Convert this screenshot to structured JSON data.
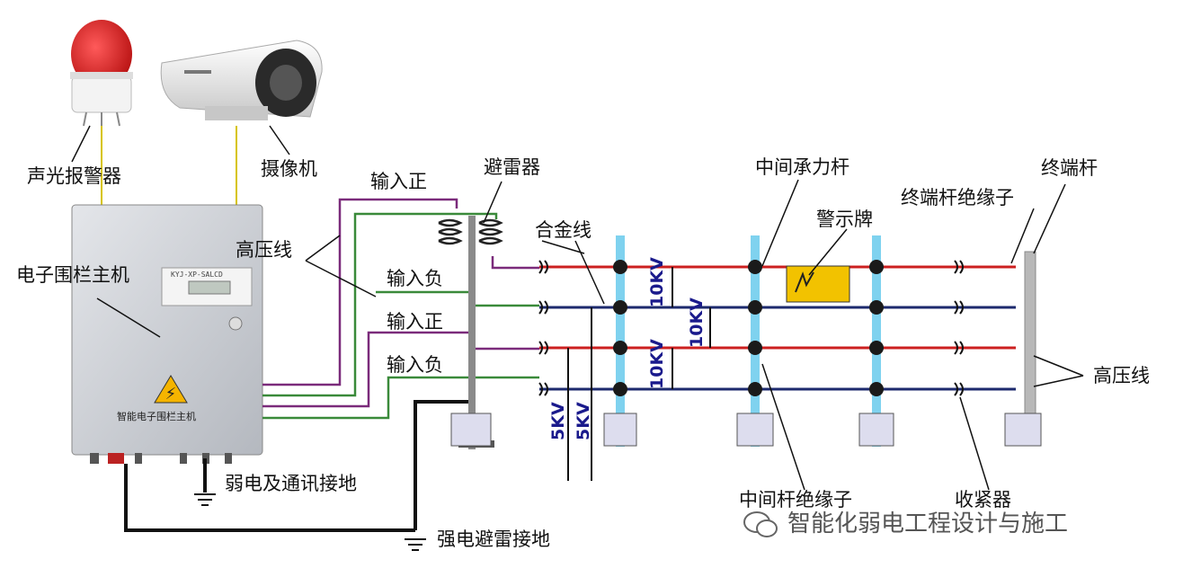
{
  "labels": {
    "alarm": "声光报警器",
    "camera": "摄像机",
    "input_pos_top": "输入正",
    "arrester": "避雷器",
    "middle_bearing_pole": "中间承力杆",
    "terminal_pole": "终端杆",
    "warning_sign": "警示牌",
    "terminal_insulator": "终端杆绝缘子",
    "hv_line_left": "高压线",
    "alloy_wire": "合金线",
    "host": "电子围栏主机",
    "input_neg_1": "输入负",
    "input_pos_2": "输入正",
    "input_neg_2": "输入负",
    "hv_line_right": "高压线",
    "weak_ground": "弱电及通讯接地",
    "middle_insulator": "中间杆绝缘子",
    "tensioner": "收紧器",
    "strong_ground": "强电避雷接地"
  },
  "voltages": {
    "v1": "10KV",
    "v2": "10KV",
    "v3": "10KV",
    "v4": "5KV",
    "v5": "5KV"
  },
  "device": {
    "panel_text": "KYJ-XP-SALCD",
    "nameplate": "智能电子围栏主机"
  },
  "watermark": "智能化弱电工程设计与施工",
  "colors": {
    "red_wire": "#cc2020",
    "navy_wire": "#1d2a6e",
    "purple_wire": "#7b2b7b",
    "green_wire": "#3a8a3a",
    "pole_cyan": "#7fd2ef",
    "label_text": "#111111",
    "voltage_text": "#1a1a8c"
  }
}
